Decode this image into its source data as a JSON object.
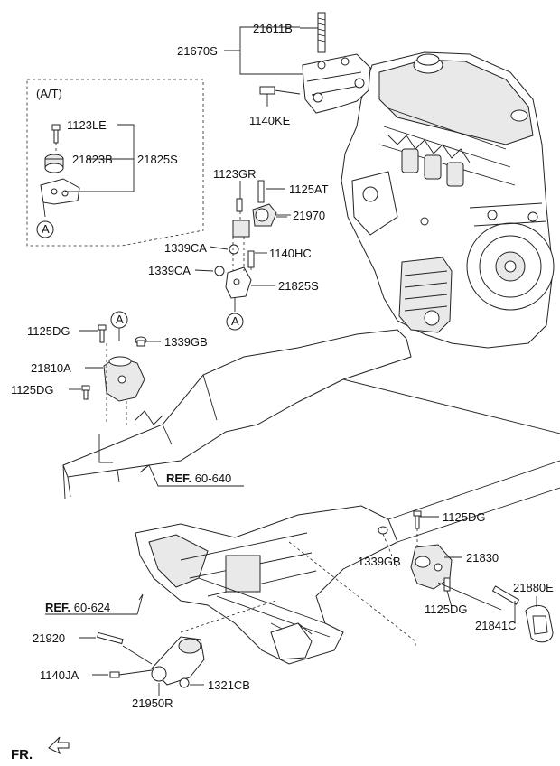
{
  "labels": {
    "l21611B": "21611B",
    "l21670S": "21670S",
    "l1140KE": "1140KE",
    "at": "(A/T)",
    "l1123LE": "1123LE",
    "l21823B": "21823B",
    "l21825S_a": "21825S",
    "a1": "A",
    "l1123GR": "1123GR",
    "l1125AT": "1125AT",
    "l21970": "21970",
    "l1339CA_1": "1339CA",
    "l1140HC": "1140HC",
    "l1339CA_2": "1339CA",
    "l21825S_b": "21825S",
    "a2": "A",
    "l1125DG_1": "1125DG",
    "a3": "A",
    "l1339GB_1": "1339GB",
    "l21810A": "21810A",
    "l1125DG_2": "1125DG",
    "ref1_bold": "REF.",
    "ref1_num": "60-640",
    "l1125DG_3": "1125DG",
    "l1339GB_2": "1339GB",
    "l21830": "21830",
    "l1125DG_4": "1125DG",
    "l21880E": "21880E",
    "l21841C": "21841C",
    "ref2_bold": "REF.",
    "ref2_num": "60-624",
    "l21920": "21920",
    "l1140JA": "1140JA",
    "l1321CB": "1321CB",
    "l21950R": "21950R",
    "fr": "FR."
  }
}
